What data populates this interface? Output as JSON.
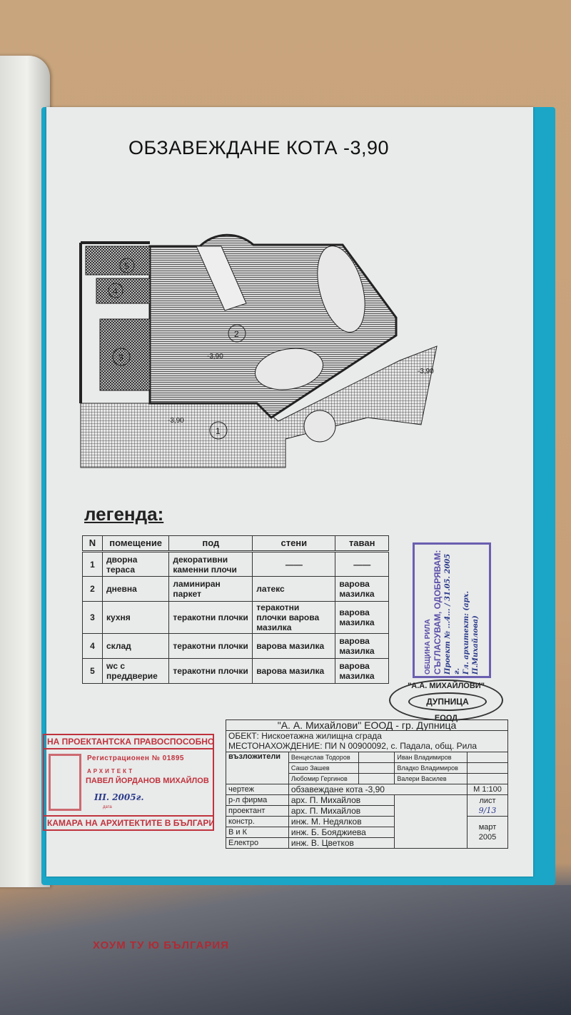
{
  "document": {
    "title": "ОБЗАВЕЖДАНЕ КОТА -3,90",
    "plan_labels": {
      "rooms": [
        "1",
        "2",
        "3",
        "4",
        "5"
      ],
      "levels": [
        "-3,90",
        "-3,90",
        "-3,90"
      ]
    },
    "legend_title": "легенда:",
    "legend": {
      "headers": [
        "N",
        "помещение",
        "под",
        "стени",
        "таван"
      ],
      "rows": [
        [
          "1",
          "дворна тераса",
          "декоративни каменни плочи",
          "——",
          "——"
        ],
        [
          "2",
          "дневна",
          "ламиниран паркет",
          "латекс",
          "варова мазилка"
        ],
        [
          "3",
          "кухня",
          "теракотни плочки",
          "теракотни плочки варова мазилка",
          "варова мазилка"
        ],
        [
          "4",
          "склад",
          "теракотни плочки",
          "варова мазилка",
          "варова мазилка"
        ],
        [
          "5",
          "wc с преддверие",
          "теракотни плочки",
          "варова мазилка",
          "варова мазилка"
        ]
      ]
    },
    "approval_stamp": {
      "municipality": "ОБЩИНА РИЛА",
      "text": "СЪГЛАСУВАМ, ОДОБРЯВАМ:",
      "project_line": "Проект № ...4... / 31.05. 2005 г.",
      "architect_line": "Гл. архитект: (арх. П.Михайлова)"
    },
    "company_stamp": {
      "top": "\"А.А. МИХАЙЛОВИ\"",
      "center": "ДУПНИЦА",
      "bottom": "ЕООД"
    },
    "title_block": {
      "company": "\"А. А. Михайлови\" ЕООД - гр. Дупница",
      "object": "ОБЕКТ: Нискоетажна жилищна сграда",
      "location": "МЕСТОНАХОЖДЕНИЕ: ПИ  N 00900092, с. Падала, общ. Рила",
      "clients_label": "възложители",
      "clients": [
        "Венцеслав Тодоров",
        "Сашо Зашев",
        "Любомир Гергинов",
        "Иван Владимиров",
        "Владко Владимиров",
        "Валери Василев"
      ],
      "rows": [
        [
          "чертеж",
          "обзавеждане кота -3,90"
        ],
        [
          "р-л фирма",
          "арх. П. Михайлов"
        ],
        [
          "проектант",
          "арх. П. Михайлов"
        ],
        [
          "констр.",
          "инж. М. Недялков"
        ],
        [
          "В и К",
          "инж. Б. Бояджиева"
        ],
        [
          "Електро",
          "инж. В. Цветков"
        ]
      ],
      "scale": "М 1:100",
      "sheet_label": "лист",
      "sheet": "9/13",
      "month": "март",
      "year": "2005"
    },
    "license_stamp": {
      "header": "НА ПРОЕКТАНТСКА ПРАВОСПОСОБНОСТ",
      "reg": "Регистрационен № 01895",
      "role": "АРХИТЕКТ",
      "name": "ПАВЕЛ ЙОРДАНОВ МИХАЙЛОВ",
      "date": "III. 2005г.",
      "date_label": "дата",
      "footer": "КАМАРА НА АРХИТЕКТИТЕ В БЪЛГАРИЯ"
    }
  },
  "watermark": "ХОУМ ТУ Ю БЪЛГАРИЯ"
}
